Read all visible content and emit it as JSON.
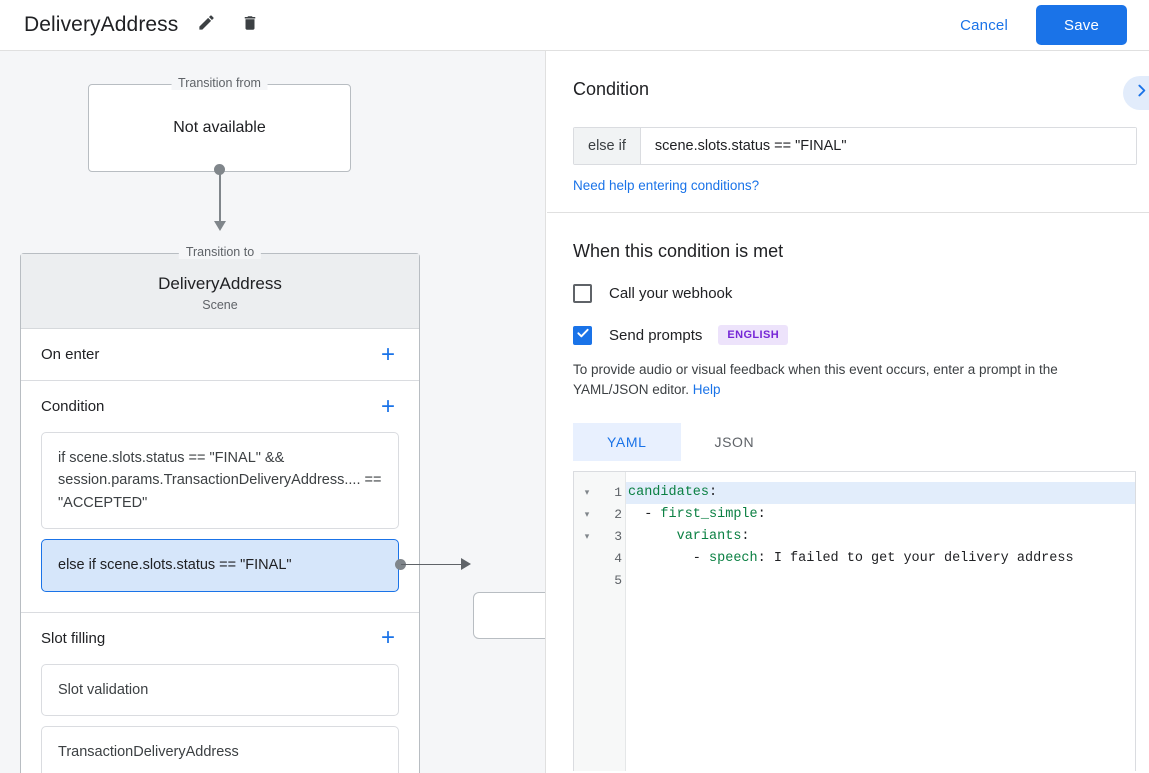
{
  "topbar": {
    "title": "DeliveryAddress",
    "edit_icon": "pencil-icon",
    "delete_icon": "trash-icon",
    "cancel_label": "Cancel",
    "save_label": "Save",
    "save_bg": "#1a73e8",
    "link_color": "#1a73e8"
  },
  "canvas": {
    "transition_from": {
      "legend": "Transition from",
      "body": "Not available"
    },
    "transition_to": {
      "legend": "Transition to",
      "name": "DeliveryAddress",
      "type": "Scene"
    },
    "sections": [
      {
        "title": "On enter",
        "add_label": "+",
        "items": []
      },
      {
        "title": "Condition",
        "add_label": "+",
        "items": [
          {
            "text": "if scene.slots.status == \"FINAL\" && session.params.TransactionDeliveryAddress.... == \"ACCEPTED\"",
            "selected": false
          },
          {
            "text": "else if scene.slots.status == \"FINAL\"",
            "selected": true
          }
        ]
      },
      {
        "title": "Slot filling",
        "add_label": "+",
        "items": [
          {
            "text": "Slot validation",
            "selected": false
          },
          {
            "text": "TransactionDeliveryAddress",
            "selected": false
          }
        ]
      }
    ]
  },
  "right_panel": {
    "condition": {
      "heading": "Condition",
      "prefix": "else if",
      "value": "scene.slots.status == \"FINAL\"",
      "help_link": "Need help entering conditions?"
    },
    "when_met": {
      "heading": "When this condition is met",
      "webhook": {
        "label": "Call your webhook",
        "checked": false
      },
      "prompts": {
        "label": "Send prompts",
        "badge": "ENGLISH",
        "checked": true
      },
      "hint_text": "To provide audio or visual feedback when this event occurs, enter a prompt in the YAML/JSON editor. ",
      "hint_link": "Help"
    },
    "editor": {
      "tabs": [
        {
          "label": "YAML",
          "active": true
        },
        {
          "label": "JSON",
          "active": false
        }
      ],
      "line_numbers": [
        "1",
        "2",
        "3",
        "4",
        "5"
      ],
      "fold_markers": [
        "▾",
        "▾",
        "▾",
        "",
        ""
      ],
      "lines": [
        {
          "n": "1",
          "key": "candidates",
          "punct": ":",
          "indent": "",
          "dash": "",
          "value": "",
          "highlight": true
        },
        {
          "n": "2",
          "key": "first_simple",
          "punct": ":",
          "indent": "  ",
          "dash": "- ",
          "value": "",
          "highlight": false
        },
        {
          "n": "3",
          "key": "variants",
          "punct": ":",
          "indent": "      ",
          "dash": "",
          "value": "",
          "highlight": false
        },
        {
          "n": "4",
          "key": "speech",
          "punct": ":",
          "indent": "        ",
          "dash": "- ",
          "value": " I failed to get your delivery address",
          "highlight": false
        },
        {
          "n": "5",
          "key": "",
          "punct": "",
          "indent": "",
          "dash": "",
          "value": "",
          "highlight": false
        }
      ]
    },
    "expand_icon": "chevron-right-icon"
  }
}
